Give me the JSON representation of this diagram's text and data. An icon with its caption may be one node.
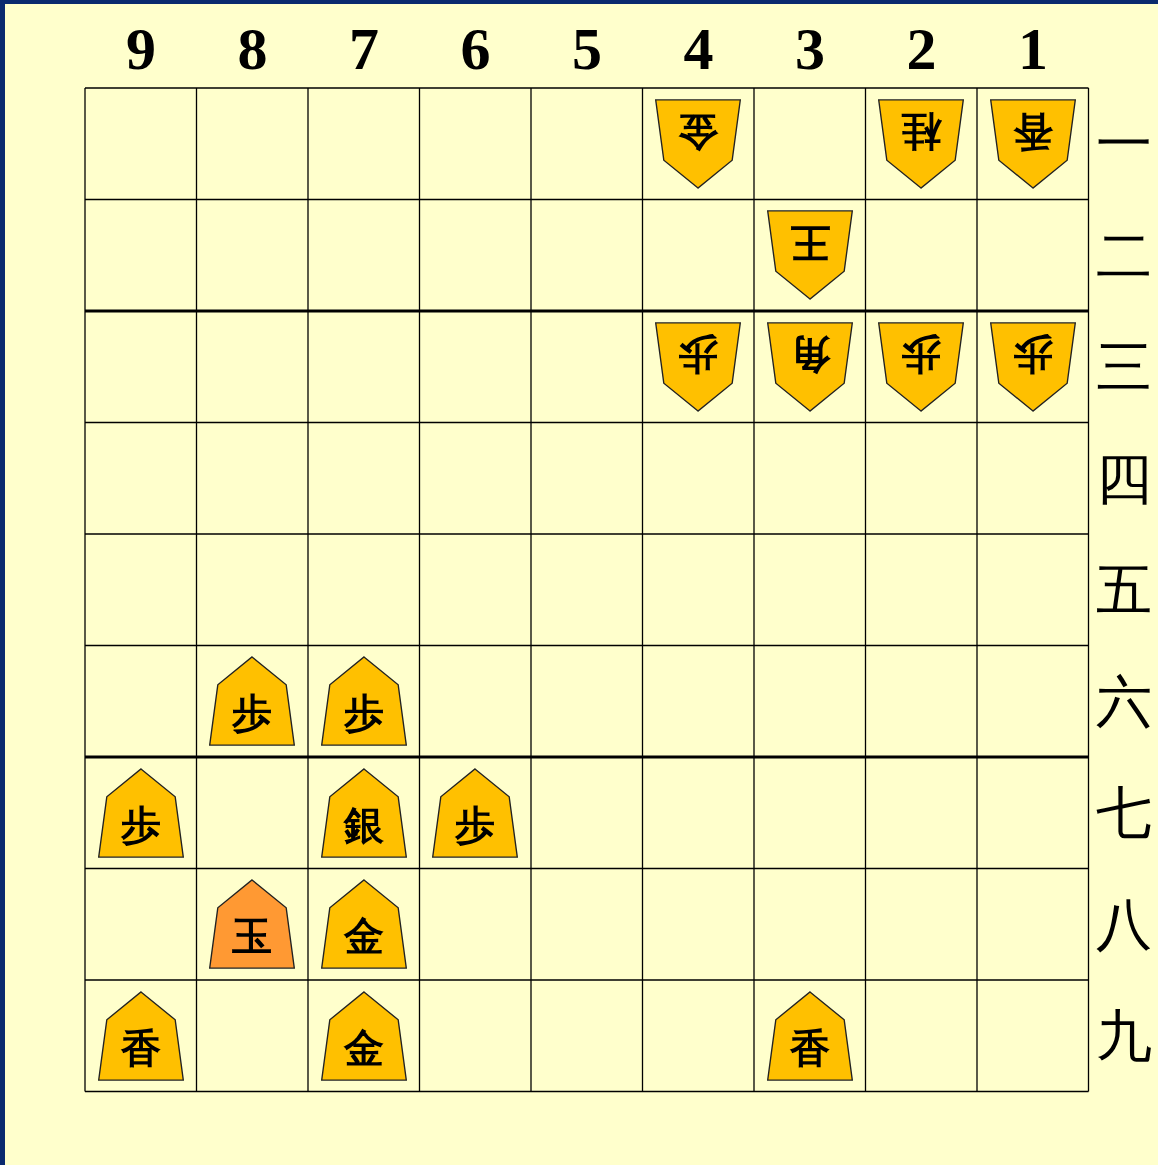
{
  "diagram": {
    "nodes": [
      {
        "text": [
          "金"
        ]
      },
      {
        "text": [
          "桂"
        ]
      },
      {
        "text": [
          "香"
        ]
      },
      {
        "text": [
          "王"
        ]
      },
      {
        "text": [
          "歩"
        ]
      },
      {
        "text": [
          "角"
        ]
      },
      {
        "text": [
          "歩"
        ]
      },
      {
        "text": [
          "歩"
        ]
      },
      {
        "text": [
          "歩"
        ]
      },
      {
        "text": [
          "歩"
        ]
      },
      {
        "text": [
          "歩"
        ]
      },
      {
        "text": [
          "銀"
        ]
      },
      {
        "text": [
          "歩"
        ]
      },
      {
        "text": [
          "玉"
        ]
      },
      {
        "text": [
          "金"
        ]
      },
      {
        "text": [
          "香"
        ]
      },
      {
        "text": [
          "金"
        ]
      },
      {
        "text": [
          "香"
        ]
      }
    ],
    "labels": [
      "9",
      "8",
      "7",
      "6",
      "5",
      "4",
      "3",
      "2",
      "1",
      "一",
      "二",
      "三",
      "四",
      "五",
      "六",
      "七",
      "八",
      "九"
    ]
  }
}
